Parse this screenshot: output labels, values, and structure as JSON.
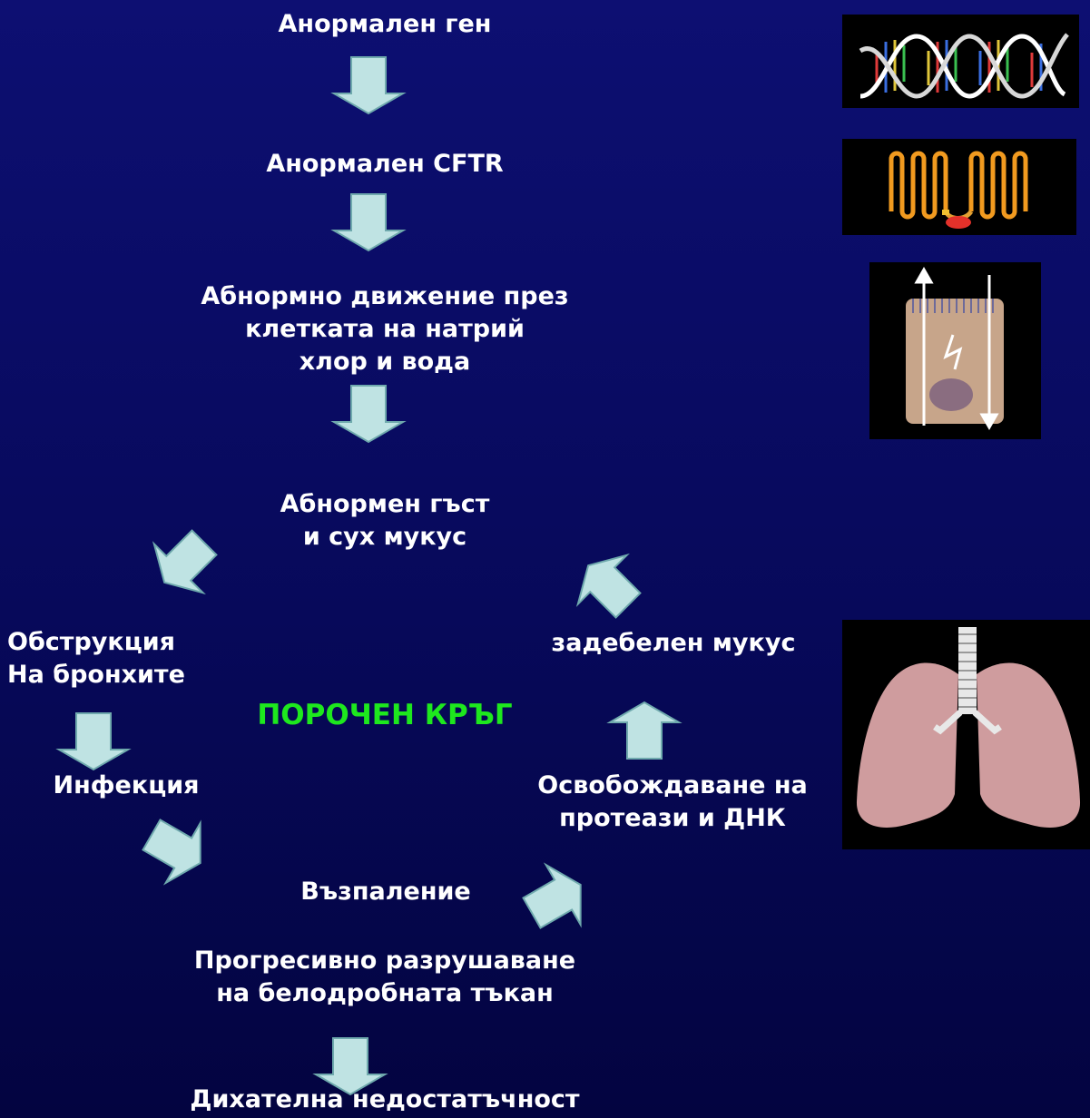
{
  "nodes": {
    "abnormal_gene": "Анормален ген",
    "abnormal_cftr": "Анормален CFTR",
    "abnormal_transport": [
      "Абнормно движение през",
      "клетката на натрий",
      "хлор и вода"
    ],
    "thick_mucus": [
      "Абнормен гъст",
      "и сух мукус"
    ],
    "obstruction": [
      "Обструкция",
      "На бронхите"
    ],
    "thickened_mucus": "задебелен мукус",
    "vicious_circle": "ПОРОЧЕН КРЪГ",
    "infection": "Инфекция",
    "release": [
      "Освобождаване на",
      "протеази и ДНК"
    ],
    "inflammation": "Възпаление",
    "destruction": [
      "Прогресивно разрушаване",
      "на белодробната тъкан"
    ],
    "respiratory_failure": "Дихателна недостатъчност"
  },
  "images": [
    "dna-double-helix",
    "cftr-channel-protein",
    "epithelial-cell-ion-flow",
    "lungs-and-trachea"
  ],
  "colors": {
    "background": "#0a0c6a",
    "text": "#ffffff",
    "vicious_circle": "#1ee81e",
    "arrow_fill": "#bfe3e3",
    "arrow_stroke": "#6fa9ad"
  }
}
